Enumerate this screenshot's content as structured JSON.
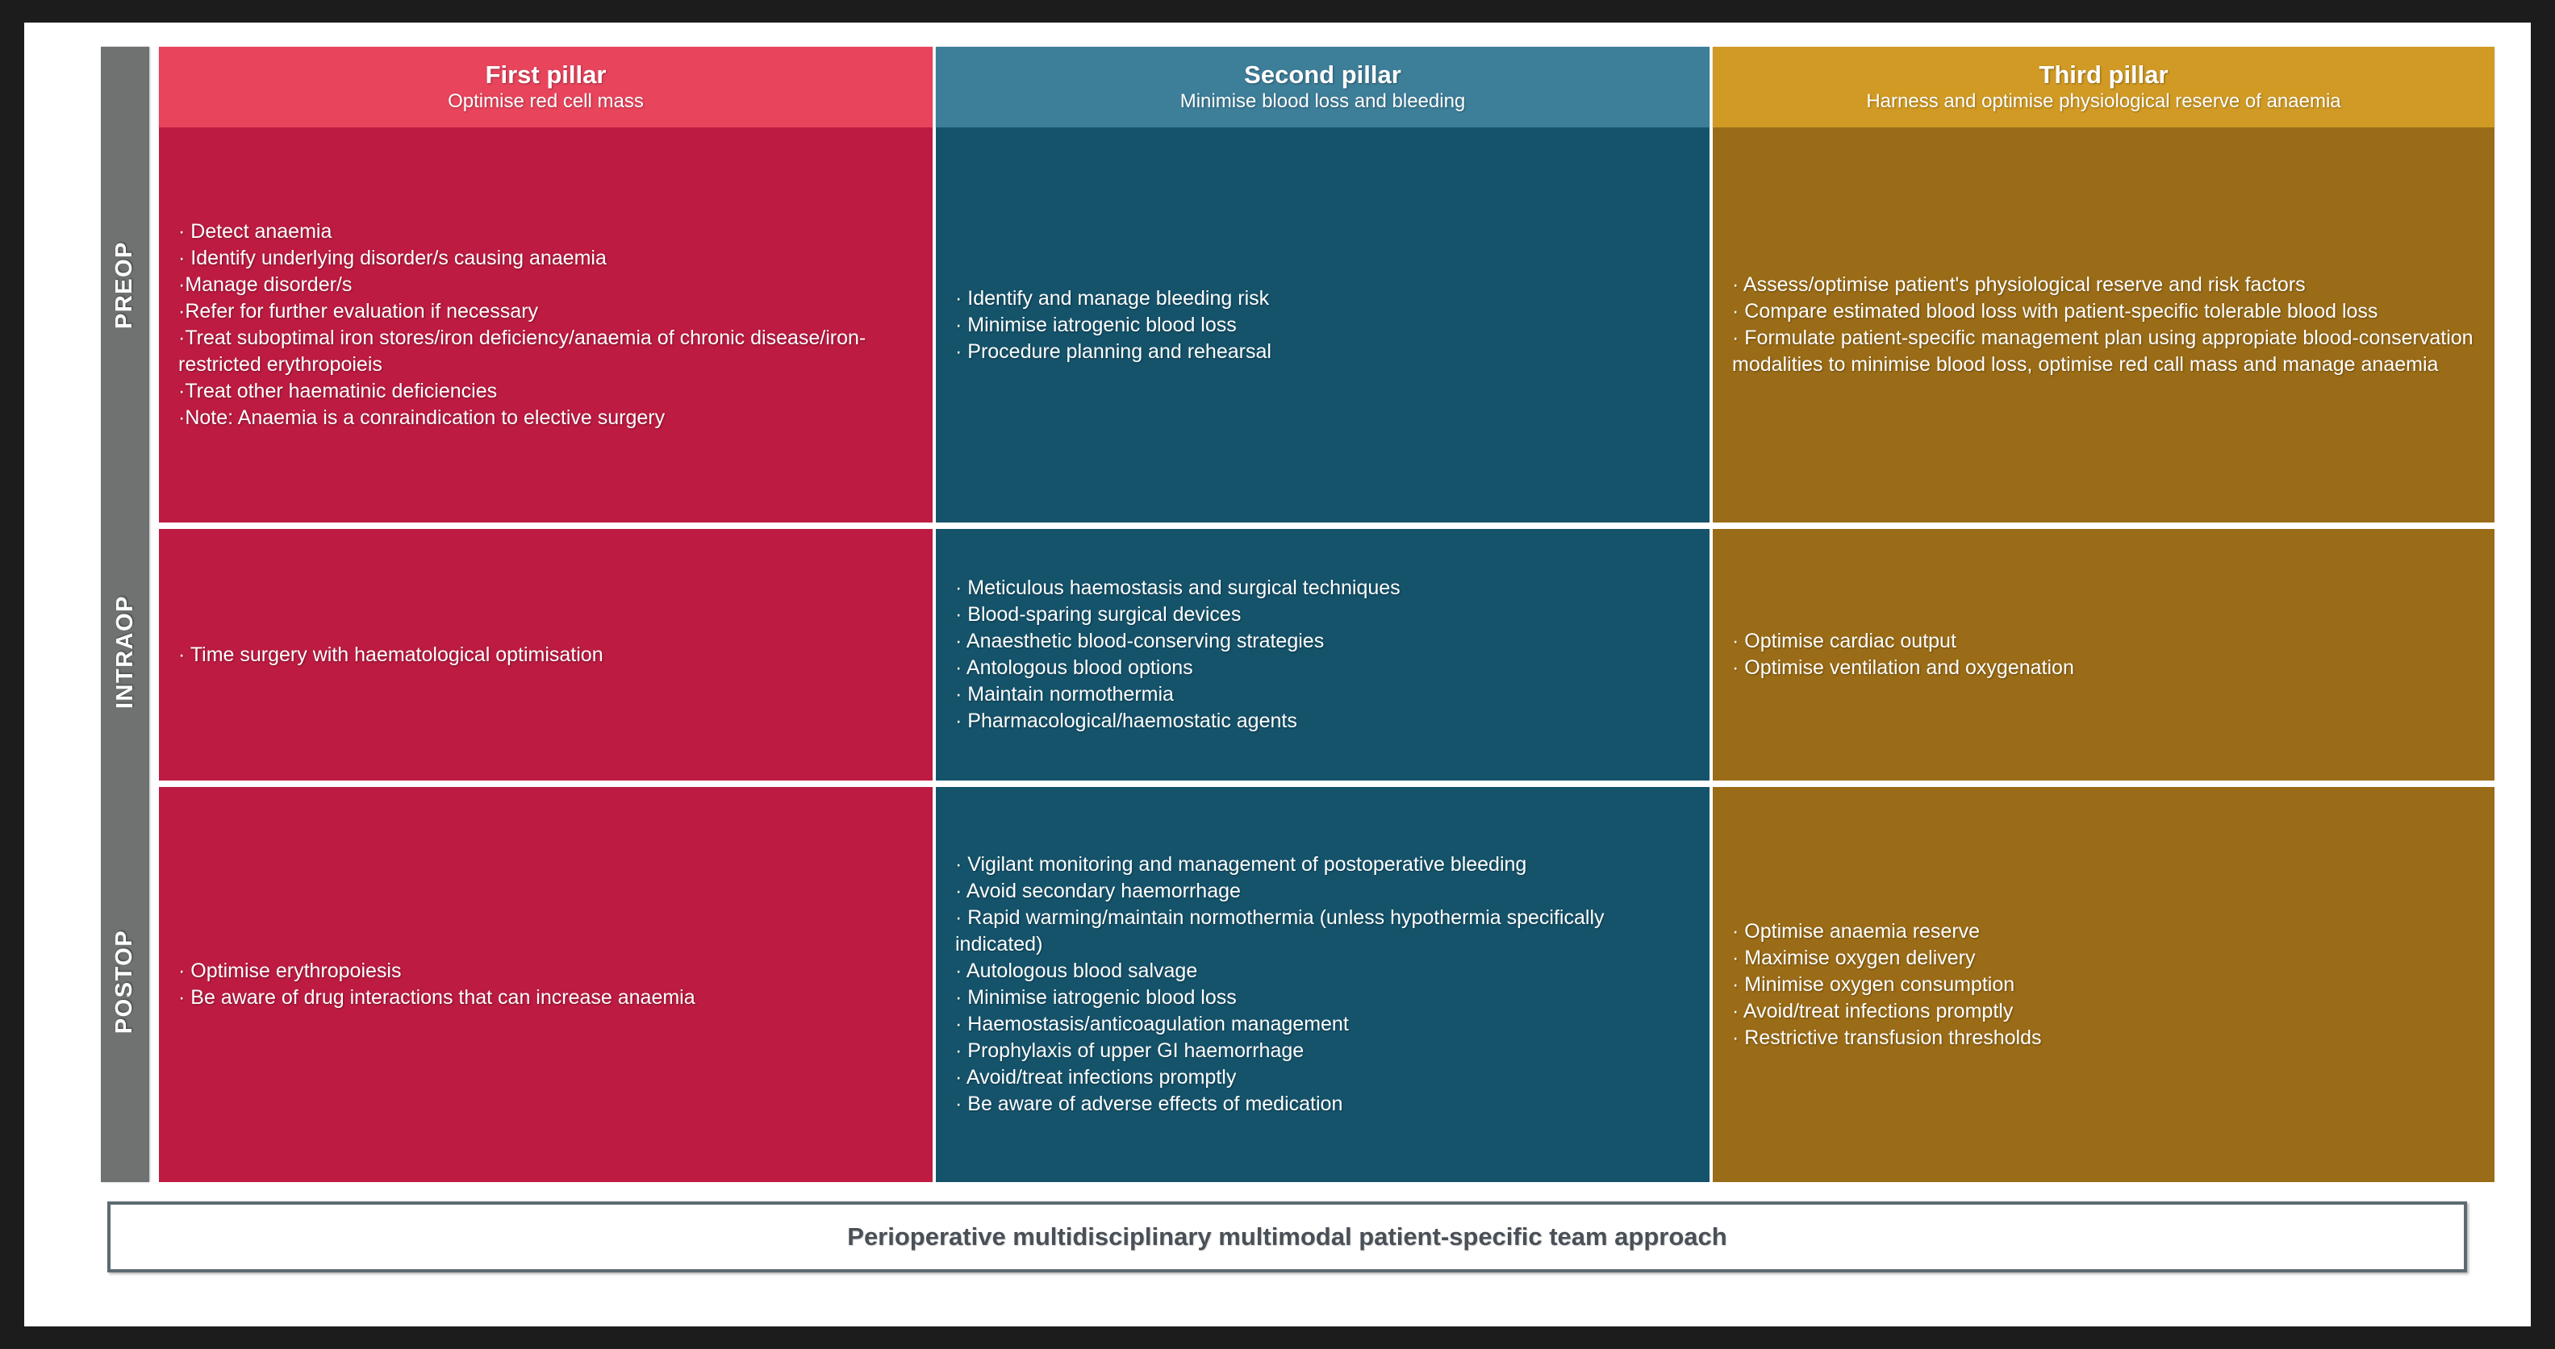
{
  "phases": [
    {
      "label": "PREOP"
    },
    {
      "label": "INTRAOP"
    },
    {
      "label": "POSTOP"
    }
  ],
  "columns": [
    {
      "title": "First pillar",
      "subtitle": "Optimise red cell mass",
      "header_color": "#e8445c",
      "body_color": "#bd1b41",
      "preop": [
        "· Detect anaemia",
        "· Identify underlying disorder/s causing anaemia",
        "·Manage disorder/s",
        "·Refer for further evaluation if necessary",
        "·Treat suboptimal iron stores/iron deficiency/anaemia of chronic disease/iron-restricted erythropoieis",
        "·Treat other haematinic deficiencies",
        "·Note: Anaemia is a conraindication to elective surgery"
      ],
      "intraop": [
        "· Time surgery with haematological optimisation"
      ],
      "postop": [
        "· Optimise erythropoiesis",
        "· Be aware of drug interactions that can increase anaemia"
      ]
    },
    {
      "title": "Second pillar",
      "subtitle": "Minimise blood loss and bleeding",
      "header_color": "#3d7e99",
      "body_color": "#15536b",
      "preop": [
        "· Identify and manage bleeding risk",
        "· Minimise iatrogenic blood loss",
        "· Procedure planning and rehearsal"
      ],
      "intraop": [
        "· Meticulous haemostasis and surgical techniques",
        "· Blood-sparing surgical devices",
        "· Anaesthetic blood-conserving strategies",
        "· Antologous blood options",
        "· Maintain normothermia",
        "· Pharmacological/haemostatic agents"
      ],
      "postop": [
        "· Vigilant monitoring and management of postoperative bleeding",
        "· Avoid secondary haemorrhage",
        "· Rapid warming/maintain normothermia (unless hypothermia specifically indicated)",
        "· Autologous blood salvage",
        "· Minimise iatrogenic blood loss",
        "· Haemostasis/anticoagulation management",
        "· Prophylaxis of upper GI haemorrhage",
        "· Avoid/treat infections promptly",
        "· Be aware of adverse effects of medication"
      ]
    },
    {
      "title": "Third pillar",
      "subtitle": "Harness and optimise physiological reserve of anaemia",
      "header_color": "#d09a24",
      "body_color": "#9a6c17",
      "preop": [
        "· Assess/optimise patient's physiological reserve and risk factors",
        "· Compare estimated blood loss with patient-specific tolerable blood loss",
        "· Formulate patient-specific management plan using appropiate blood-conservation modalities to minimise blood loss, optimise red call mass and manage anaemia"
      ],
      "intraop": [
        "· Optimise cardiac output",
        "· Optimise ventilation and oxygenation"
      ],
      "postop": [
        "· Optimise anaemia reserve",
        "· Maximise oxygen delivery",
        "· Minimise oxygen consumption",
        "· Avoid/treat infections promptly",
        "· Restrictive transfusion thresholds"
      ]
    }
  ],
  "banner": {
    "text": "Perioperative multidisciplinary multimodal patient-specific team approach",
    "border_color": "#5d6a72",
    "text_color": "#4a5057"
  },
  "rail": {
    "color": "#6f7271"
  }
}
